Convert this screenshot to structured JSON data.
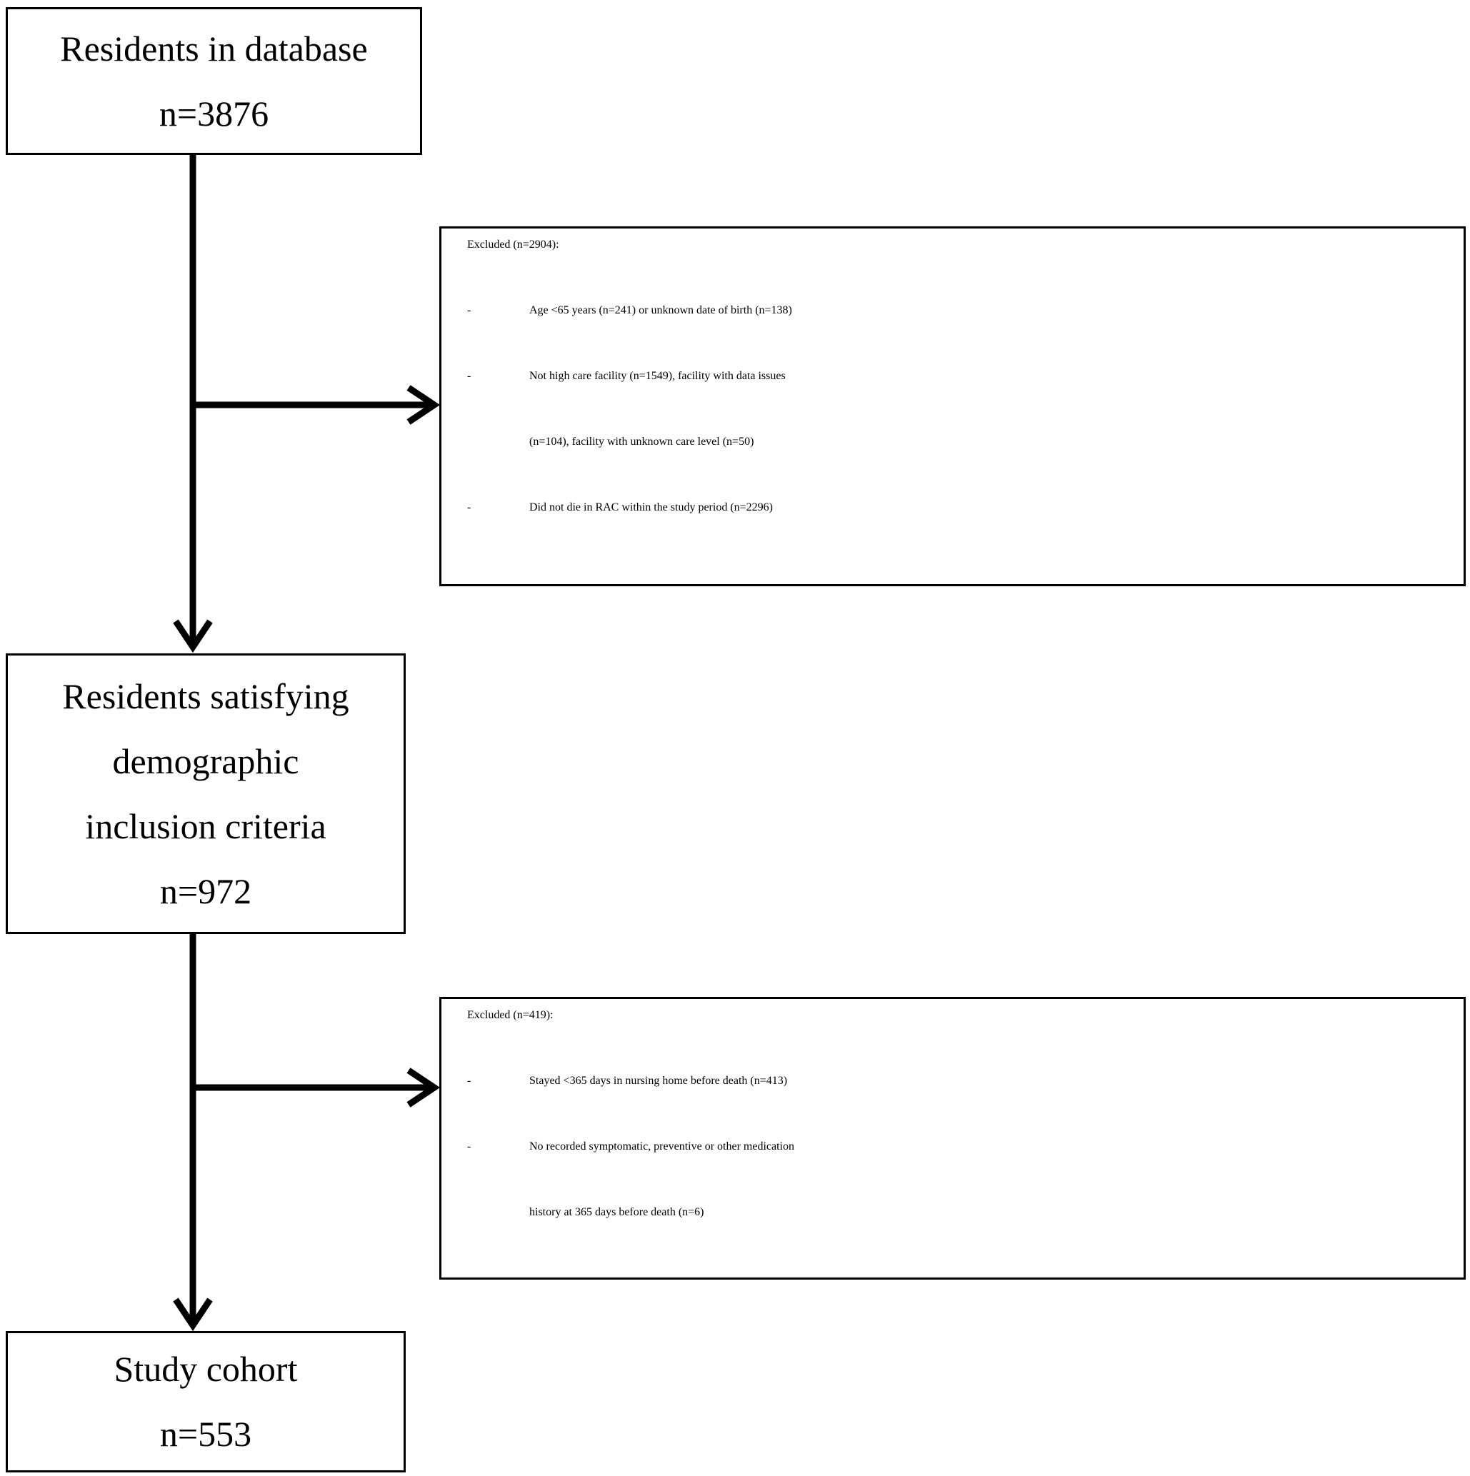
{
  "boxes": {
    "database": {
      "label": "Residents in database",
      "count": "n=3876"
    },
    "demographic": {
      "line1": "Residents satisfying",
      "line2": "demographic",
      "line3": "inclusion criteria",
      "count": "n=972"
    },
    "cohort": {
      "label": "Study cohort",
      "count": "n=553"
    }
  },
  "exclusions": {
    "first": {
      "header": "Excluded (n=2904):",
      "bullet": "-",
      "items": [
        "Age <65 years (n=241) or unknown date of birth (n=138)",
        "Not high care facility (n=1549), facility with data issues",
        "Did not die in RAC within the study period (n=2296)"
      ],
      "continuation": "(n=104), facility with unknown care level (n=50)"
    },
    "second": {
      "header": "Excluded (n=419):",
      "bullet": "-",
      "items": [
        "Stayed <365 days in nursing home before death (n=413)",
        "No recorded symptomatic, preventive or other medication"
      ],
      "continuation": "history at 365 days before death (n=6)"
    }
  },
  "colors": {
    "stroke": "#000000",
    "background": "#ffffff"
  }
}
